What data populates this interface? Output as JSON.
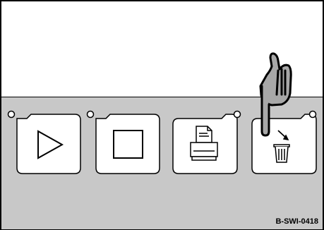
{
  "figure": {
    "reference": "B-SWI-0418"
  },
  "colors": {
    "panel": "#c8c8c8",
    "button_face": "#ffffff",
    "hand": "#a8a8a8",
    "outline": "#000000"
  },
  "buttons": [
    {
      "id": "play",
      "icon": "play-icon",
      "indicator_lit": false,
      "pressed": false
    },
    {
      "id": "stop",
      "icon": "stop-icon",
      "indicator_lit": false,
      "pressed": false
    },
    {
      "id": "print",
      "icon": "printer-icon",
      "indicator_lit": false,
      "pressed": false
    },
    {
      "id": "delete",
      "icon": "trash-icon",
      "indicator_lit": false,
      "pressed": true
    }
  ]
}
